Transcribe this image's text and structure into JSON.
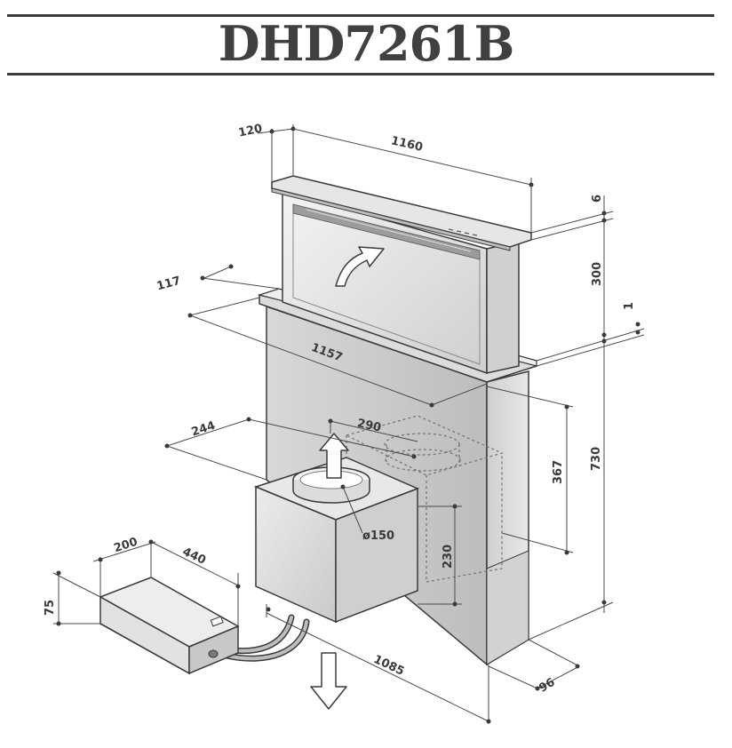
{
  "model": "DHD7261B",
  "dimensions": {
    "top_depth": "120",
    "top_width": "1160",
    "top_thickness": "6",
    "panel_height": "300",
    "gap": "1",
    "glass_depth": "117",
    "glass_width": "1157",
    "motor_offset": "244",
    "outlet_offset": "290",
    "outlet_height": "367",
    "body_height": "730",
    "duct_height": "230",
    "outlet_diameter": "ø150",
    "box_width": "200",
    "box_length": "440",
    "box_height": "75",
    "base_width": "1085",
    "base_depth": "96"
  }
}
